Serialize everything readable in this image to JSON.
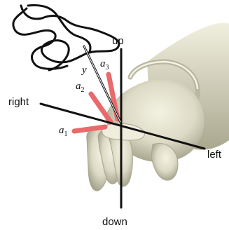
{
  "labels": {
    "up": "up",
    "down": "down",
    "left": "left",
    "right": "right",
    "y": "y"
  },
  "vectors": [
    {
      "name": "a",
      "index": "1"
    },
    {
      "name": "a",
      "index": "2"
    },
    {
      "name": "a",
      "index": "3"
    }
  ],
  "colors": {
    "finger_vectors": "#e86a6a",
    "axes": "#111111",
    "hand_skin": "#e3e1cd",
    "hand_shadow": "#8c8a72"
  }
}
